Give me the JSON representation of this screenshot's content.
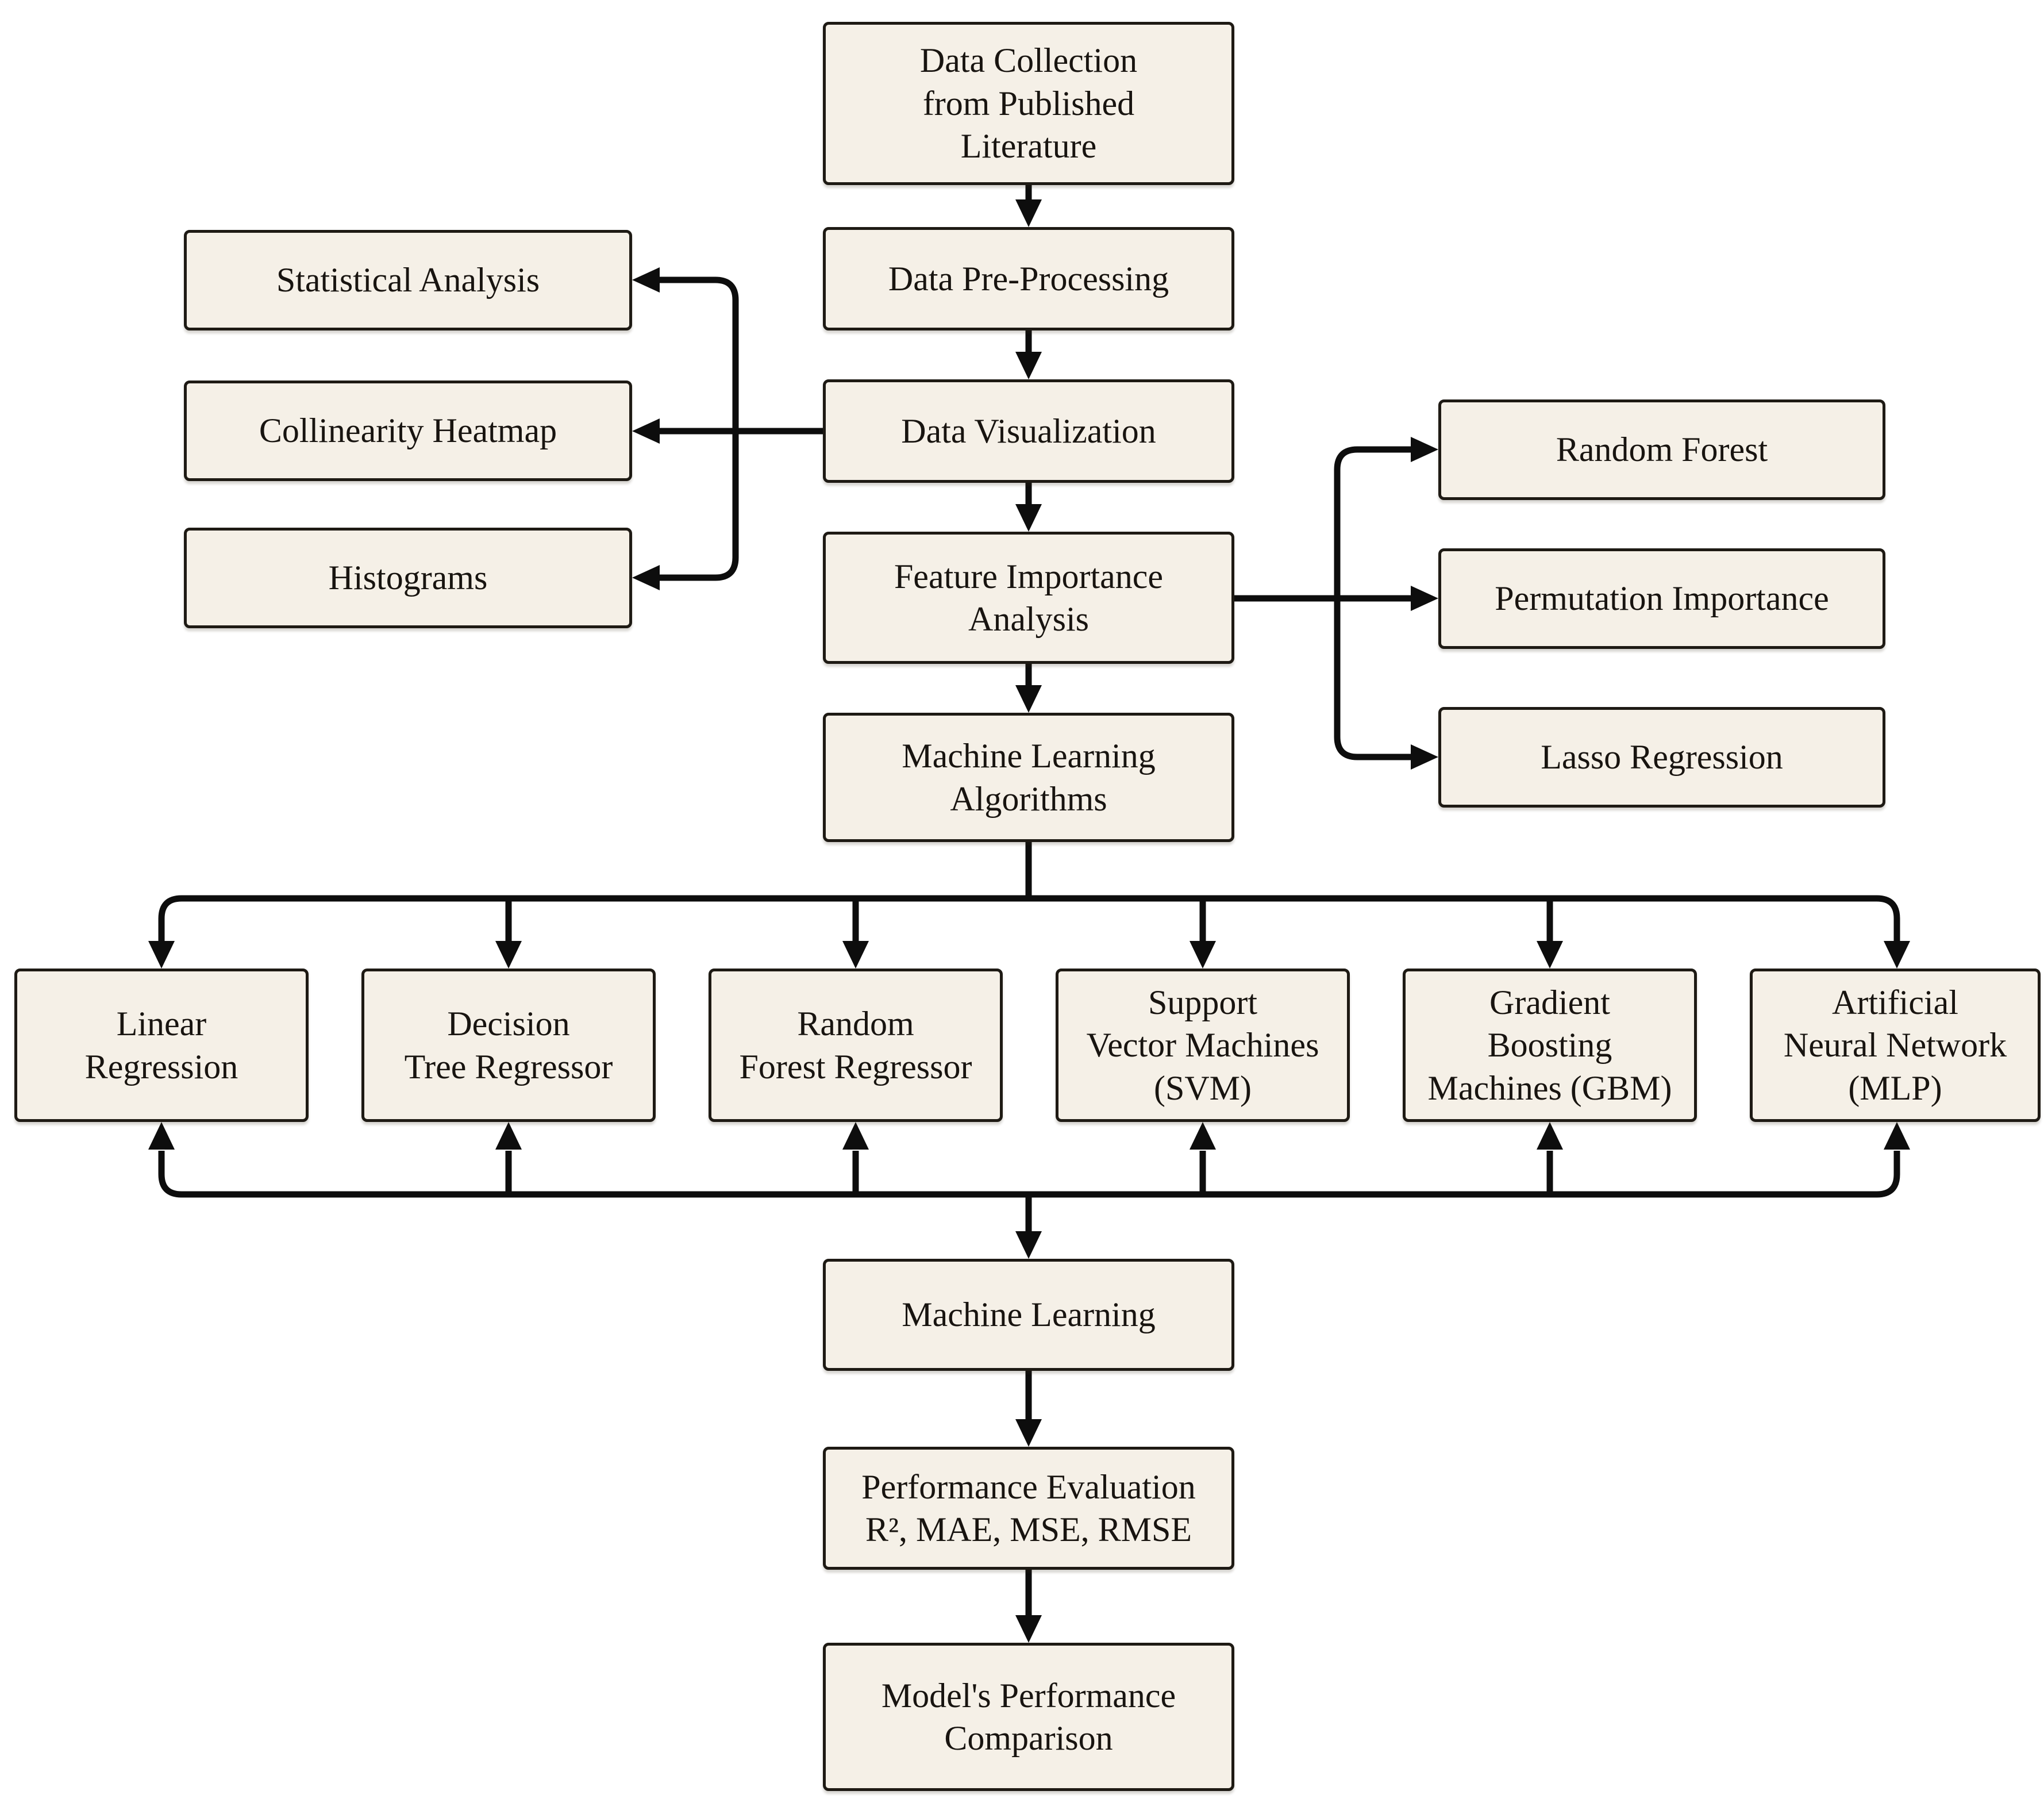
{
  "figure": {
    "title": "Machine learning methodology flowchart"
  },
  "colors": {
    "box_fill": "#f5f0e7",
    "box_border": "#1e1a14",
    "arrow": "#0d0d0d",
    "background": "#ffffff",
    "text": "#181410"
  },
  "nodes": {
    "data_collection": {
      "label": "Data Collection\nfrom Published\nLiterature"
    },
    "data_pre_processing": {
      "label": "Data Pre-Processing"
    },
    "data_visualization": {
      "label": "Data Visualization"
    },
    "statistical_analysis": {
      "label": "Statistical Analysis"
    },
    "collinearity_heatmap": {
      "label": "Collinearity Heatmap"
    },
    "histograms": {
      "label": "Histograms"
    },
    "feature_importance": {
      "label": "Feature Importance\nAnalysis"
    },
    "random_forest": {
      "label": "Random Forest"
    },
    "permutation_importance": {
      "label": "Permutation Importance"
    },
    "lasso_regression": {
      "label": "Lasso Regression"
    },
    "ml_algorithms": {
      "label": "Machine Learning\nAlgorithms"
    },
    "linear_regression": {
      "label": "Linear\nRegression"
    },
    "decision_tree_regressor": {
      "label": "Decision\nTree Regressor"
    },
    "random_forest_regressor": {
      "label": "Random\nForest Regressor"
    },
    "svm": {
      "label": "Support\nVector Machines\n(SVM)"
    },
    "gbm": {
      "label": "Gradient\nBoosting\nMachines (GBM)"
    },
    "ann": {
      "label": "Artificial\nNeural Network\n(MLP)"
    },
    "machine_learning": {
      "label": "Machine Learning"
    },
    "performance_evaluation": {
      "label": "Performance Evaluation\nR², MAE, MSE, RMSE"
    },
    "models_performance_comparison": {
      "label": "Model's Performance\nComparison"
    }
  }
}
